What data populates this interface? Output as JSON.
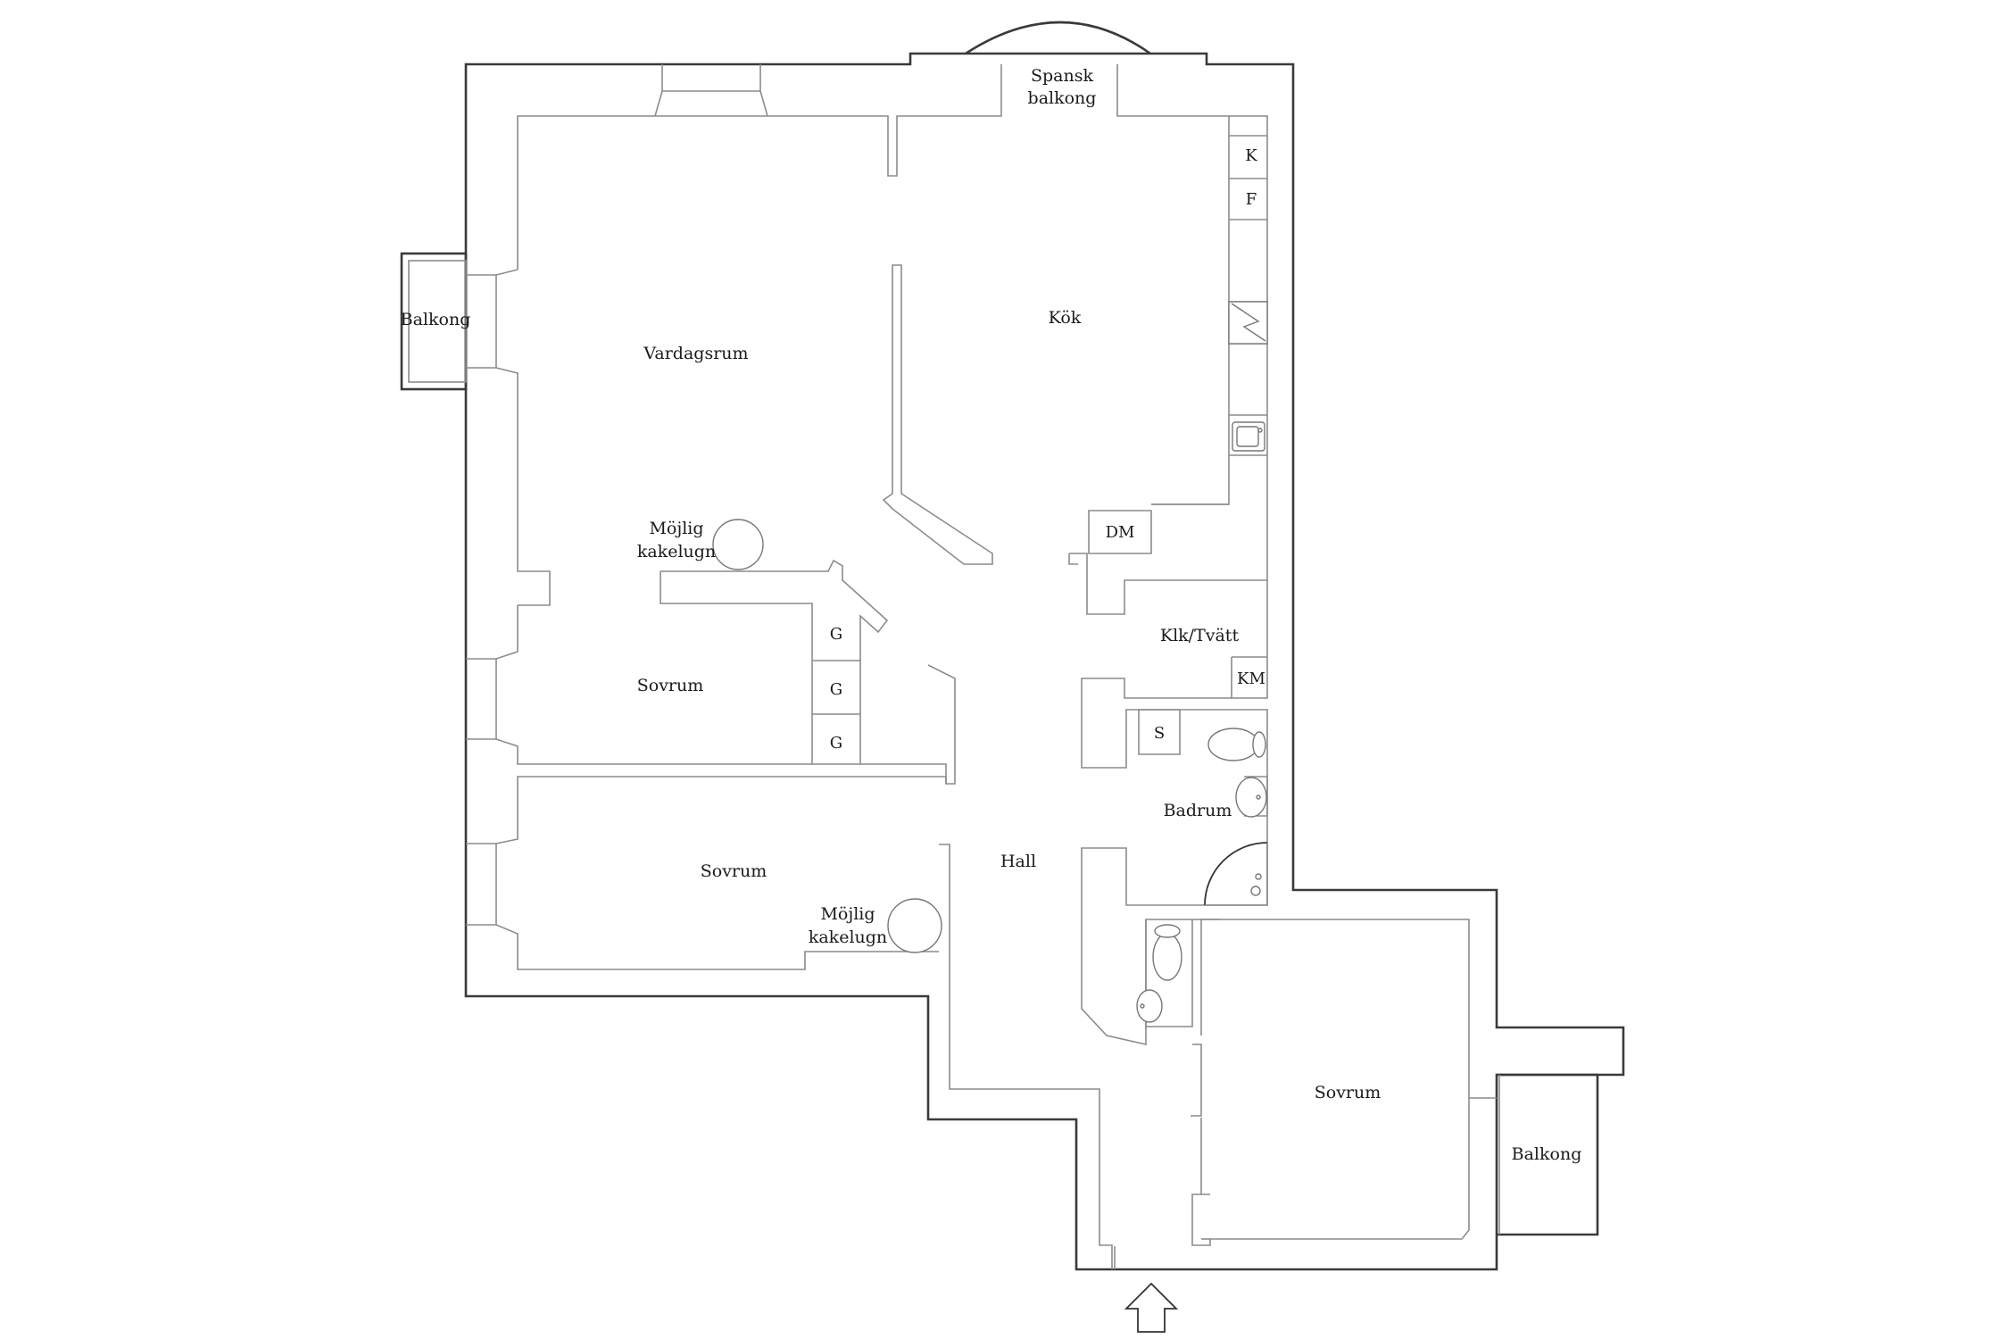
{
  "rooms": {
    "spansk_balkong": [
      "Spansk",
      "balkong"
    ],
    "vardagsrum": "Vardagsrum",
    "kok": "Kök",
    "balkong_west": "Balkong",
    "mojlig_kakelugn_1": [
      "Möjlig",
      "kakelugn"
    ],
    "sovrum_1": "Sovrum",
    "sovrum_2": "Sovrum",
    "mojlig_kakelugn_2": [
      "Möjlig",
      "kakelugn"
    ],
    "klk_tvatt": "Klk/Tvätt",
    "badrum": "Badrum",
    "hall": "Hall",
    "sovrum_3": "Sovrum",
    "balkong_east": "Balkong"
  },
  "fixtures": {
    "k": "K",
    "f": "F",
    "dm": "DM",
    "km": "KM",
    "s": "S",
    "g1": "G",
    "g2": "G",
    "g3": "G"
  },
  "icons": {
    "entrance": "entrance-arrow-icon",
    "stove": "stove-icon",
    "sink": "kitchen-sink-icon",
    "toilet": "toilet-icon",
    "washbasin": "washbasin-icon",
    "shower": "shower-icon",
    "stove_tile": "tiled-stove-icon"
  }
}
